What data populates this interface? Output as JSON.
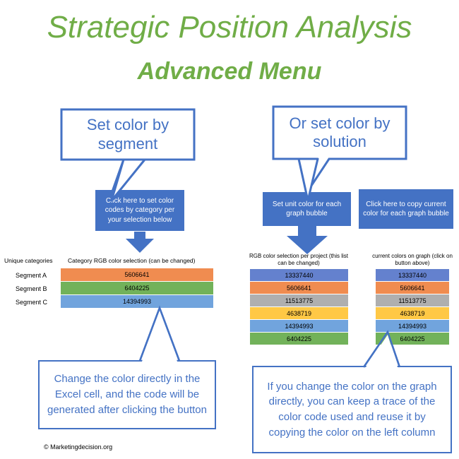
{
  "header": {
    "title": "Strategic Position Analysis",
    "subtitle": "Advanced Menu"
  },
  "callouts": {
    "segment": "Set color by segment",
    "solution": "Or set color by solution"
  },
  "buttons": {
    "set_by_category": "Click here to set color codes by category per your selection below",
    "set_unit_color": "Set unit color for each graph bubble",
    "copy_current": "Click here to copy current color for each graph bubble"
  },
  "left_table": {
    "header_categories": "Unique categories",
    "header_rgb": "Category RGB color selection (can be changed)",
    "rows": [
      {
        "label": "Segment A",
        "code": "5606641",
        "color": "#f08c50"
      },
      {
        "label": "Segment B",
        "code": "6404225",
        "color": "#72b25a"
      },
      {
        "label": "Segment C",
        "code": "14394993",
        "color": "#71a4dd"
      }
    ]
  },
  "project_list": {
    "header": "RGB color selection per project (this list can be changed)",
    "rows": [
      {
        "code": "13337440",
        "color": "#6481ce"
      },
      {
        "code": "5606641",
        "color": "#f08c50"
      },
      {
        "code": "11513775",
        "color": "#afafaf"
      },
      {
        "code": "4638719",
        "color": "#ffc845"
      },
      {
        "code": "14394993",
        "color": "#71a4dd"
      },
      {
        "code": "6404225",
        "color": "#72b25a"
      }
    ]
  },
  "current_list": {
    "header": "current colors on graph (click on button above)",
    "rows": [
      {
        "code": "13337440",
        "color": "#6481ce"
      },
      {
        "code": "5606641",
        "color": "#f08c50"
      },
      {
        "code": "11513775",
        "color": "#afafaf"
      },
      {
        "code": "4638719",
        "color": "#ffc845"
      },
      {
        "code": "14394993",
        "color": "#71a4dd"
      },
      {
        "code": "6404225",
        "color": "#72b25a"
      }
    ]
  },
  "notes": {
    "left": "Change the color directly in the Excel cell, and the code will be generated after clicking the button",
    "right": "If you change the color on the graph directly, you can keep a trace of the color code used and reuse it by copying the color on the left column"
  },
  "footer": {
    "copyright": "© Marketingdecision.org"
  },
  "colors": {
    "accent_green": "#70ad47",
    "accent_blue": "#4472c4"
  }
}
